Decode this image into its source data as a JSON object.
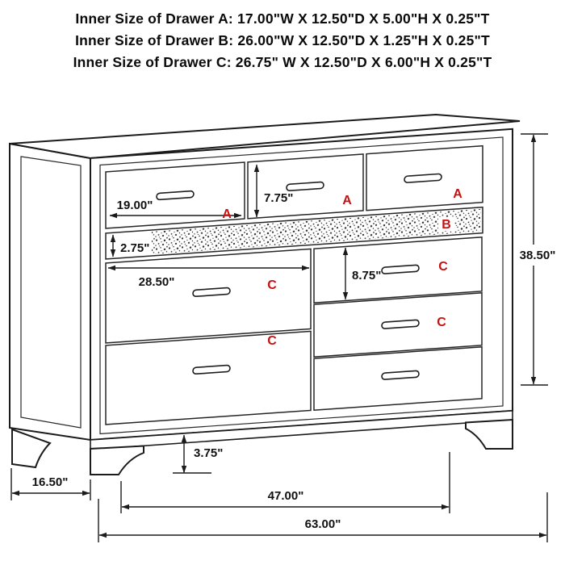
{
  "header": {
    "lines": [
      "Inner Size of Drawer A: 17.00\"W X 12.50\"D X 5.00\"H X 0.25\"T",
      "Inner Size of Drawer B: 26.00\"W X 12.50\"D X 1.25\"H X 0.25\"T",
      "Inner Size of Drawer C: 26.75\" W X 12.50\"D X 6.00\"H X 0.25\"T"
    ]
  },
  "diagram": {
    "letters": {
      "a": "A",
      "b": "B",
      "c": "C"
    },
    "dimensions": {
      "drawer_a_width": "19.00\"",
      "drawer_a_height": "7.75\"",
      "drawer_b_height": "2.75\"",
      "drawer_c_width": "28.50\"",
      "drawer_c_height": "8.75\"",
      "overall_height": "38.50\"",
      "base_height": "3.75\"",
      "side_depth": "16.50\"",
      "feet_span": "47.00\"",
      "overall_width": "63.00\""
    },
    "colors": {
      "letter_red": "#c41212",
      "line": "#1b1b1b"
    }
  }
}
